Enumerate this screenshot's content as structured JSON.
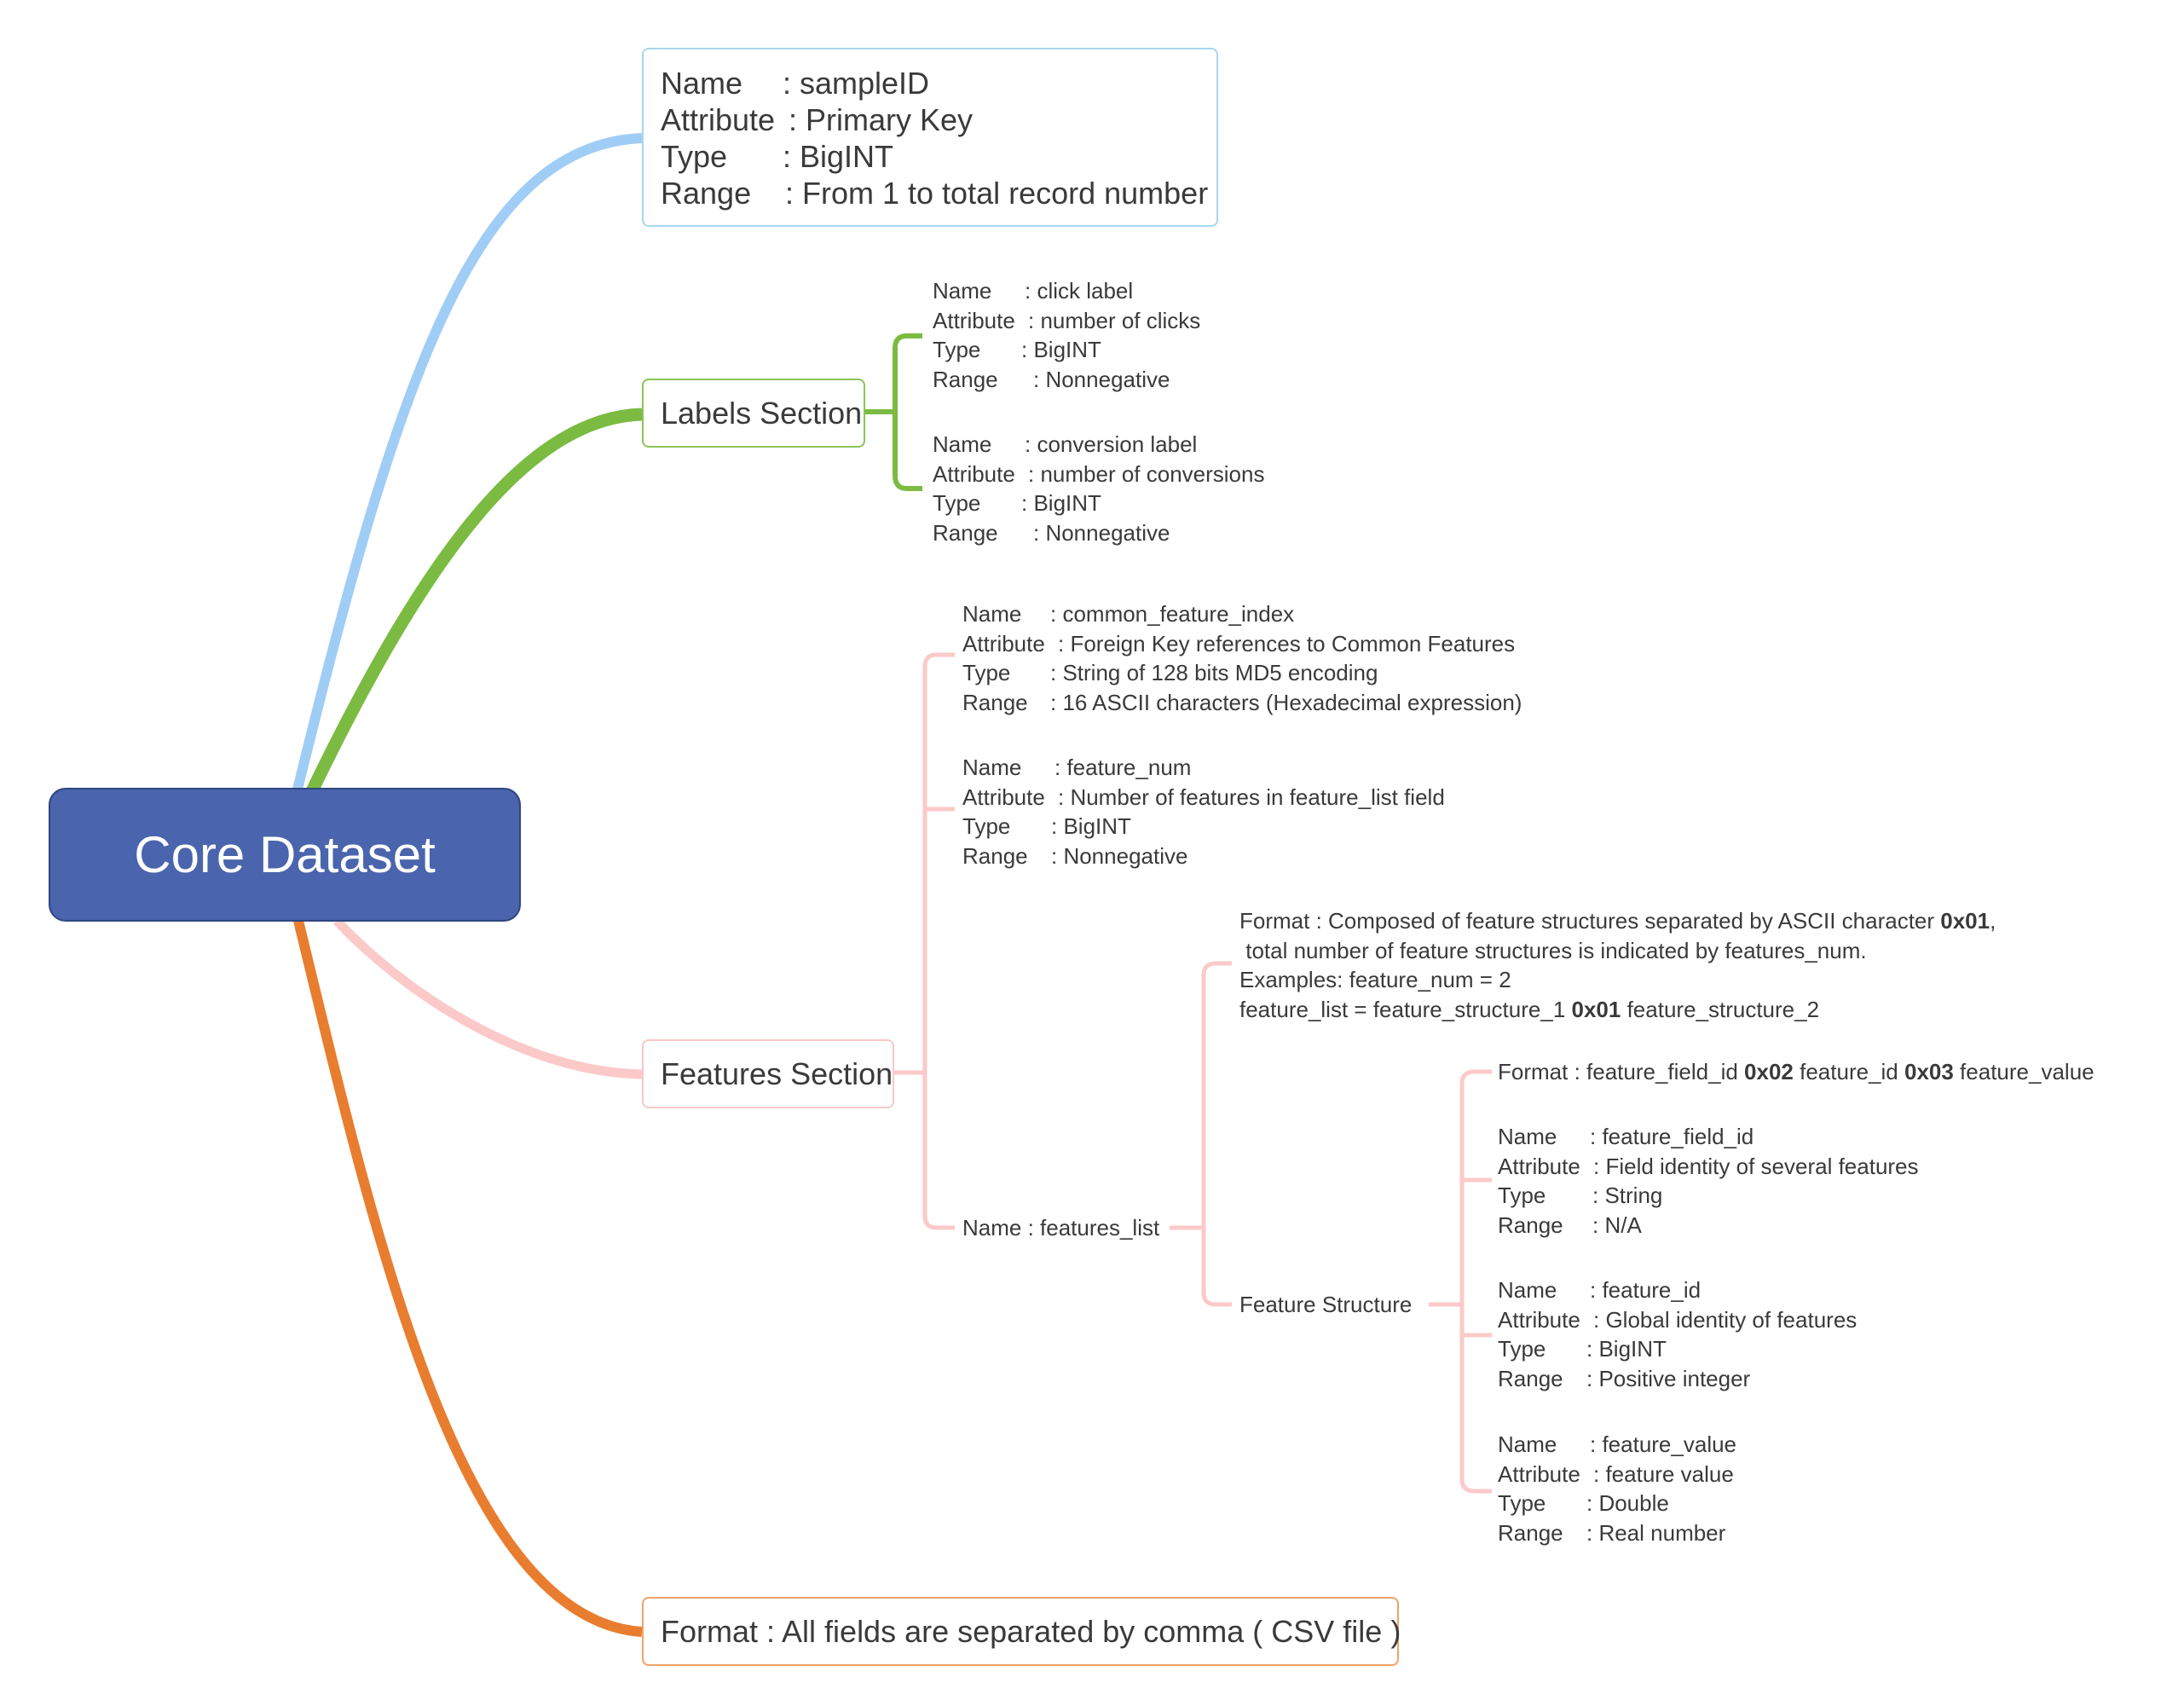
{
  "root": {
    "title": "Core Dataset"
  },
  "branches": {
    "sample_id": {
      "rows": [
        {
          "key": "Name",
          "value": ": sampleID"
        },
        {
          "key": "Attribute",
          "value": ": Primary Key"
        },
        {
          "key": "Type",
          "value": ": BigINT"
        },
        {
          "key": "Range",
          "value": ": From 1 to total record number"
        }
      ]
    },
    "labels": {
      "title": "Labels Section",
      "click_label": [
        {
          "key": "Name",
          "value": ": click label"
        },
        {
          "key": "Attribute",
          "value": ": number of clicks"
        },
        {
          "key": "Type",
          "value": ": BigINT"
        },
        {
          "key": "Range",
          "value": ": Nonnegative"
        }
      ],
      "conversion_label": [
        {
          "key": "Name",
          "value": ": conversion label"
        },
        {
          "key": "Attribute",
          "value": ": number of conversions"
        },
        {
          "key": "Type",
          "value": ": BigINT"
        },
        {
          "key": "Range",
          "value": ": Nonnegative"
        }
      ]
    },
    "features": {
      "title": "Features Section",
      "common_feature_index": [
        {
          "key": "Name",
          "value": ": common_feature_index"
        },
        {
          "key": "Attribute",
          "value": ": Foreign Key references to Common Features"
        },
        {
          "key": "Type",
          "value": ": String of 128 bits MD5 encoding"
        },
        {
          "key": "Range",
          "value": ": 16 ASCII characters (Hexadecimal expression)"
        }
      ],
      "feature_num": [
        {
          "key": "Name",
          "value": ": feature_num"
        },
        {
          "key": "Attribute",
          "value": ": Number of features in feature_list field"
        },
        {
          "key": "Type",
          "value": ": BigINT"
        },
        {
          "key": "Range",
          "value": ": Nonnegative"
        }
      ],
      "features_list": {
        "label": "Name : features_list",
        "format_line1_text": "Format : Composed of feature structures separated by ASCII character ",
        "format_line1_code": "0x01",
        "format_line1_end": ",",
        "format_line2": " total number of feature structures is indicated by features_num.",
        "examples_line": "Examples: feature_num = 2",
        "example_list_a": "feature_list = feature_structure_1 ",
        "example_list_code": "0x01",
        "example_list_b": " feature_structure_2",
        "feature_structure": {
          "label": "Feature Structure",
          "format_a": "Format : feature_field_id ",
          "format_code1": "0x02",
          "format_b": " feature_id ",
          "format_code2": "0x03",
          "format_c": " feature_value",
          "feature_field_id": [
            {
              "key": "Name",
              "value": ": feature_field_id"
            },
            {
              "key": "Attribute",
              "value": ": Field identity of several features"
            },
            {
              "key": "Type",
              "value": ": String"
            },
            {
              "key": "Range",
              "value": ": N/A"
            }
          ],
          "feature_id": [
            {
              "key": "Name",
              "value": ": feature_id"
            },
            {
              "key": "Attribute",
              "value": ": Global identity of features"
            },
            {
              "key": "Type",
              "value": ": BigINT"
            },
            {
              "key": "Range",
              "value": ": Positive integer"
            }
          ],
          "feature_value": [
            {
              "key": "Name",
              "value": ": feature_value"
            },
            {
              "key": "Attribute",
              "value": ": feature value"
            },
            {
              "key": "Type",
              "value": ": Double"
            },
            {
              "key": "Range",
              "value": ": Real number"
            }
          ]
        }
      }
    },
    "format": {
      "text": "Format : All fields are separated by comma ( CSV file )"
    }
  },
  "colors": {
    "root_fill": "#4a64ad",
    "blue_branch": "#9fcdf6",
    "green_branch": "#7bbb42",
    "pink_branch": "#fcc9c9",
    "orange_branch": "#e87d2f"
  }
}
